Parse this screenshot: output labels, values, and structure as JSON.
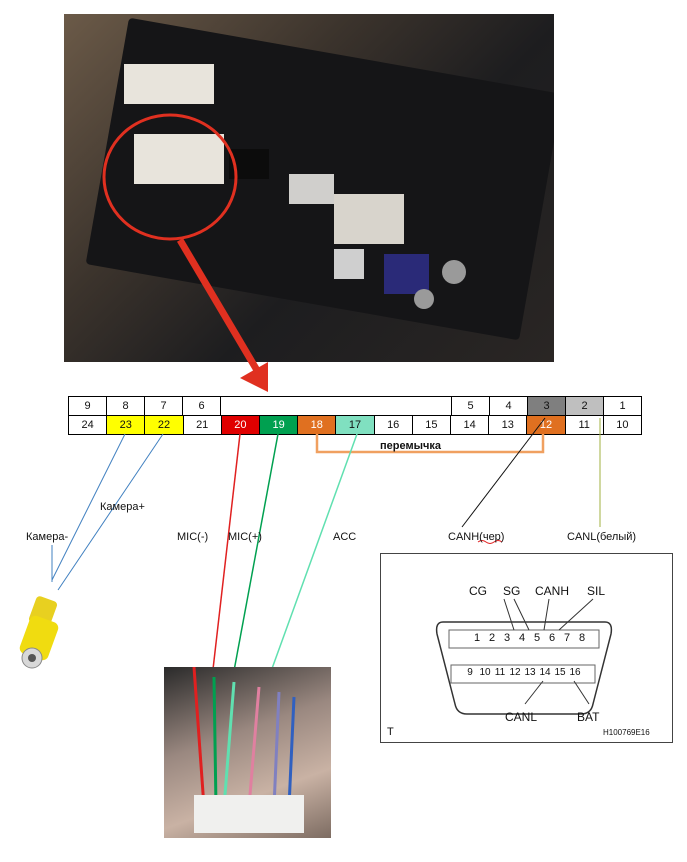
{
  "connector": {
    "top_row": [
      {
        "pin": "9",
        "color": ""
      },
      {
        "pin": "8",
        "color": ""
      },
      {
        "pin": "7",
        "color": ""
      },
      {
        "pin": "6",
        "color": ""
      },
      {
        "pin": "",
        "color": ""
      },
      {
        "pin": "5",
        "color": ""
      },
      {
        "pin": "4",
        "color": ""
      },
      {
        "pin": "3",
        "color": "#7f7f7f"
      },
      {
        "pin": "2",
        "color": "#bfbfbf"
      },
      {
        "pin": "1",
        "color": ""
      }
    ],
    "bottom_row": [
      {
        "pin": "24",
        "color": ""
      },
      {
        "pin": "23",
        "color": "#ffff00"
      },
      {
        "pin": "22",
        "color": "#ffff00"
      },
      {
        "pin": "21",
        "color": ""
      },
      {
        "pin": "20",
        "color": "#e00000"
      },
      {
        "pin": "19",
        "color": "#00a050"
      },
      {
        "pin": "18",
        "color": "#e07020"
      },
      {
        "pin": "17",
        "color": "#80e0c0"
      },
      {
        "pin": "16",
        "color": ""
      },
      {
        "pin": "15",
        "color": ""
      },
      {
        "pin": "14",
        "color": ""
      },
      {
        "pin": "13",
        "color": ""
      },
      {
        "pin": "12",
        "color": "#e07020"
      },
      {
        "pin": "11",
        "color": ""
      },
      {
        "pin": "10",
        "color": ""
      }
    ],
    "jumper_label": "перемычка",
    "jumper_color": "#f0a060"
  },
  "labels": {
    "camera_minus": "Камера-",
    "camera_plus": "Камера+",
    "mic_minus": "MIC(-)",
    "mic_plus": "MIC(+)",
    "acc": "ACC",
    "canh": "CANH(чер)",
    "canl": "CANL(белый)"
  },
  "obd": {
    "top_labels": [
      "CG",
      "SG",
      "CANH",
      "SIL"
    ],
    "bottom_labels": [
      "CANL",
      "BAT"
    ],
    "top_pins": [
      "1",
      "2",
      "3",
      "4",
      "5",
      "6",
      "7",
      "8"
    ],
    "bottom_pins": [
      "9",
      "10",
      "11",
      "12",
      "13",
      "14",
      "15",
      "16"
    ],
    "corner_letter": "T",
    "ref_code": "H100769E16"
  },
  "colors": {
    "red": "#e02020",
    "green": "#00a050",
    "aqua": "#60e0b0",
    "blue_line": "#4080c0",
    "olive_line": "#a0b040",
    "circle_arrow": "#e03020"
  }
}
